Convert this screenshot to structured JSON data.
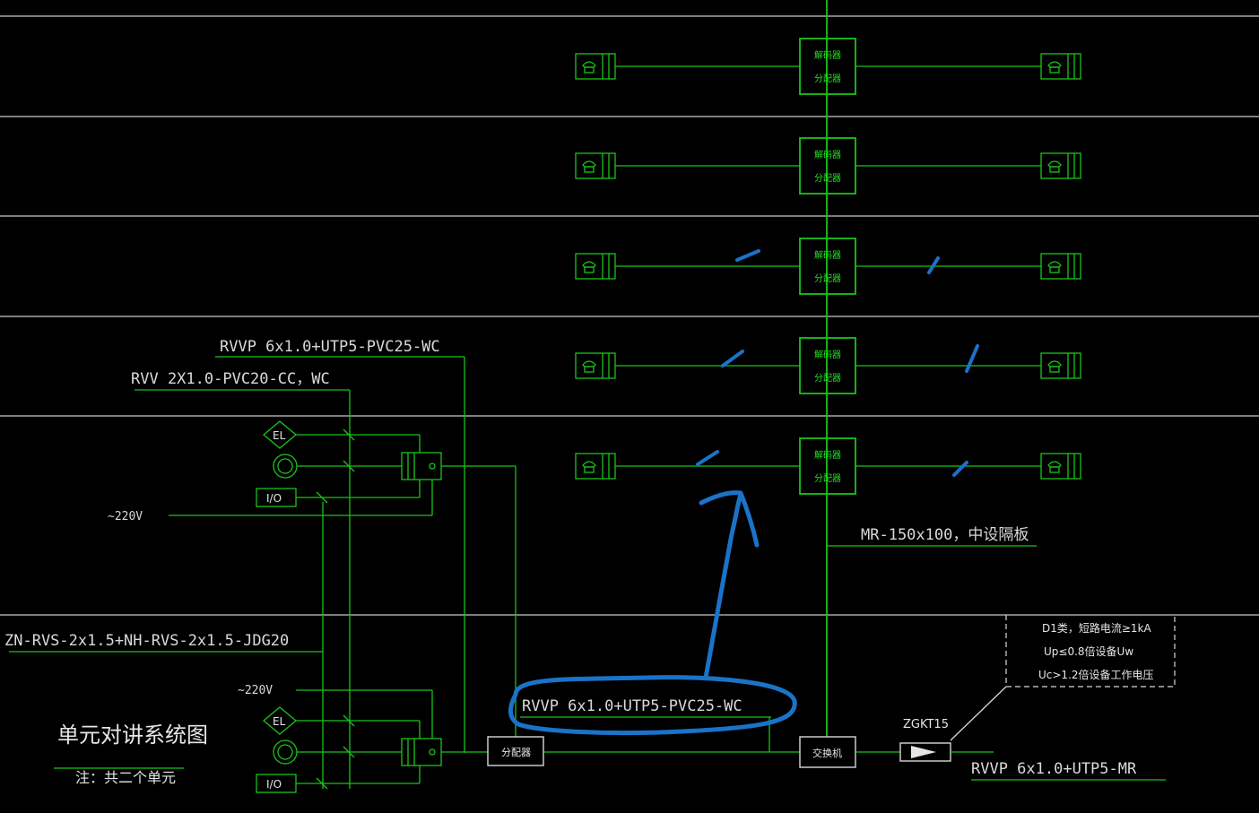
{
  "diagram": {
    "title": "单元对讲系统图",
    "note": "注：共二个单元",
    "colors": {
      "background": "#000000",
      "wire": "#19c419",
      "text": "#d9d9d9",
      "annotation": "#1a73c8"
    },
    "floor_device": {
      "decoder_line1": "解码器",
      "decoder_line2": "分配器"
    },
    "cables": {
      "rvvp_top": "RVVP 6x1.0+UTP5-PVC25-WC",
      "rvv": "RVV 2X1.0-PVC20-CC，WC",
      "zn": "ZN-RVS-2x1.5+NH-RVS-2x1.5-JDG20",
      "rvvp_bottom": "RVVP 6x1.0+UTP5-PVC25-WC",
      "rvvp_mr": "RVVP 6x1.0+UTP5-MR",
      "riser": "MR-150x100，中设隔板"
    },
    "power": {
      "upper": "~220V",
      "lower": "~220V"
    },
    "symbols": {
      "el": "EL",
      "io": "I/O",
      "distributor": "分配器",
      "switch": "交换机",
      "spd": "ZGKT15"
    },
    "spd_specs": [
      "D1类，短路电流≥1kA",
      "Up≤0.8倍设备Uw",
      "Uc>1.2倍设备工作电压"
    ],
    "icons": {
      "indoor_phone": "indoor-phone-icon",
      "door_station": "door-station-icon",
      "camera": "camera-lens-icon",
      "exit_button": "exit-button-icon",
      "lock": "electric-lock-icon"
    }
  }
}
